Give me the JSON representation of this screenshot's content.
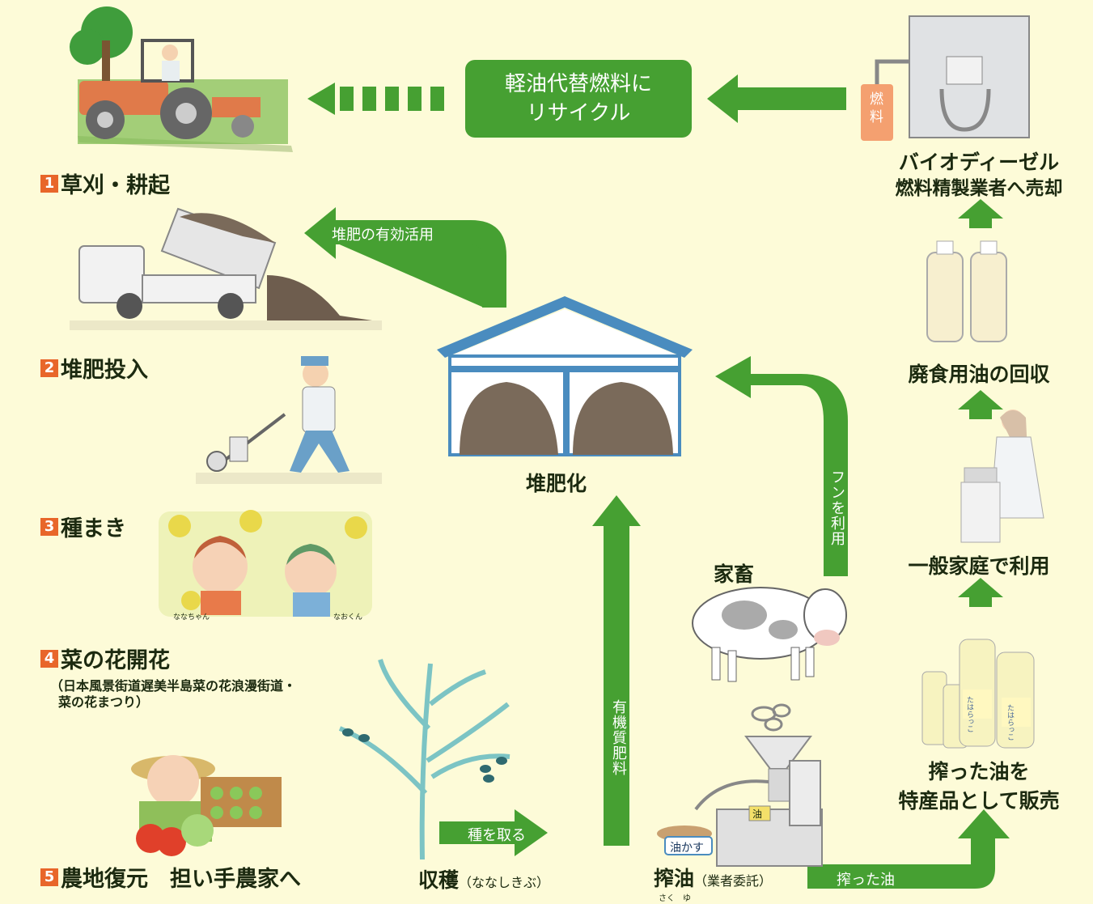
{
  "steps": [
    {
      "num": "1",
      "label": "草刈・耕起"
    },
    {
      "num": "2",
      "label": "堆肥投入"
    },
    {
      "num": "3",
      "label": "種まき"
    },
    {
      "num": "4",
      "label": "菜の花開花"
    },
    {
      "num": "5",
      "label": "農地復元　担い手農家へ"
    }
  ],
  "step4_note": [
    "（日本風景街道遅美半島菜の花浪漫街道・",
    "菜の花まつり）"
  ],
  "fuel_box": [
    "軽油代替燃料に",
    "リサイクル"
  ],
  "compost": "堆肥化",
  "livestock": "家畜",
  "harvest": {
    "main": "収穫",
    "sub": "（ななしきぶ）"
  },
  "pressing": {
    "main": "搾油",
    "sub": "（業者委託）",
    "ruby": "さく　ゆ"
  },
  "oil_cake": "油かす",
  "oil_can_label": "油",
  "fuel_tank_label": [
    "燃",
    "料"
  ],
  "kids": {
    "left": "ななちゃん",
    "right": "なおくん"
  },
  "bottle_label": "たはらっこ",
  "right_column": {
    "sell_fuel": [
      "バイオディーゼル",
      "燃料精製業者へ売却"
    ],
    "collect": "廃食用油の回収",
    "home_use": "一般家庭で利用",
    "specialty": [
      "搾った油を",
      "特産品として販売"
    ]
  },
  "arrows": {
    "compost_use": "堆肥の有効活用",
    "use_dung": "フンを利用",
    "organic_fertilizer": "有機質肥料",
    "take_seeds": "種を取る",
    "pressed_oil": "搾った油"
  },
  "colors": {
    "background": "#fdfbd8",
    "arrow_green": "#46a032",
    "step_orange": "#e8662a",
    "text_dark": "#1c2a10"
  }
}
